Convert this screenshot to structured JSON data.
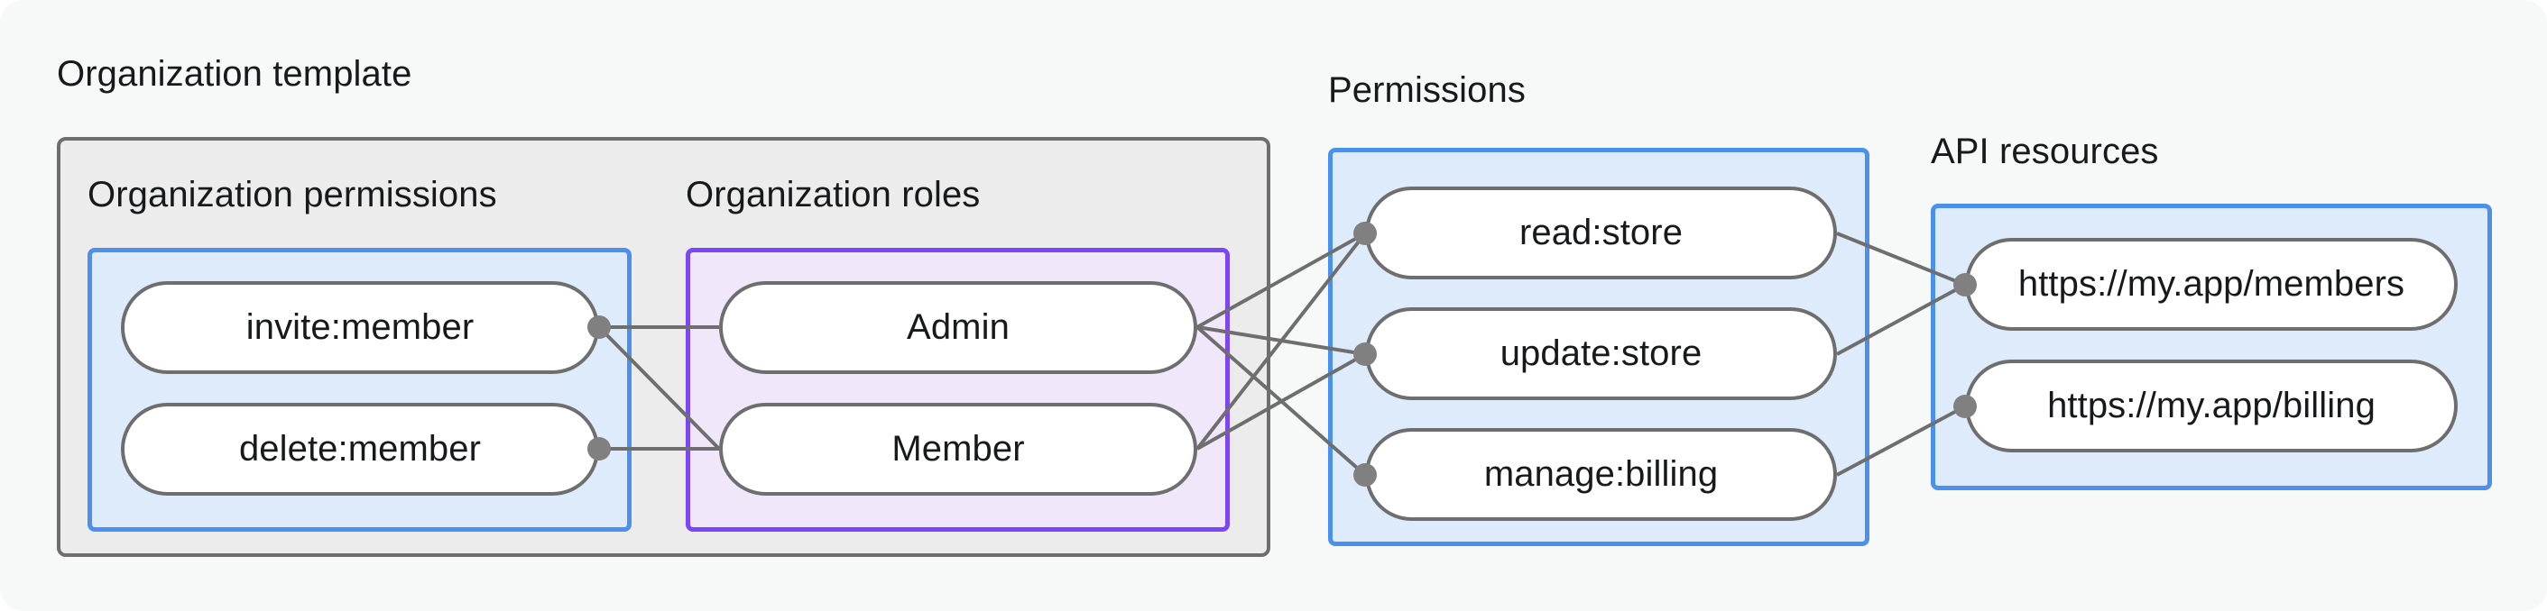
{
  "diagram": {
    "title_groups": [
      {
        "id": "org-template",
        "label": "Organization template"
      },
      {
        "id": "permissions",
        "label": "Permissions"
      },
      {
        "id": "api-resources",
        "label": "API resources"
      }
    ],
    "sections": [
      {
        "id": "org-permissions",
        "label": "Organization permissions"
      },
      {
        "id": "org-roles",
        "label": "Organization roles"
      }
    ],
    "nodes": {
      "organization_permissions": [
        {
          "id": "invite-member",
          "label": "invite:member"
        },
        {
          "id": "delete-member",
          "label": "delete:member"
        }
      ],
      "organization_roles": [
        {
          "id": "admin",
          "label": "Admin"
        },
        {
          "id": "member",
          "label": "Member"
        }
      ],
      "permissions": [
        {
          "id": "read-store",
          "label": "read:store"
        },
        {
          "id": "update-store",
          "label": "update:store"
        },
        {
          "id": "manage-billing",
          "label": "manage:billing"
        }
      ],
      "api_resources": [
        {
          "id": "members-url",
          "label": "https://my.app/members"
        },
        {
          "id": "billing-url",
          "label": "https://my.app/billing"
        }
      ]
    },
    "edges": [
      {
        "from": "invite-member",
        "to": "admin"
      },
      {
        "from": "invite-member",
        "to": "member"
      },
      {
        "from": "delete-member",
        "to": "member"
      },
      {
        "from": "admin",
        "to": "read-store"
      },
      {
        "from": "admin",
        "to": "update-store"
      },
      {
        "from": "admin",
        "to": "manage-billing"
      },
      {
        "from": "member",
        "to": "read-store"
      },
      {
        "from": "member",
        "to": "update-store"
      },
      {
        "from": "read-store",
        "to": "members-url"
      },
      {
        "from": "update-store",
        "to": "members-url"
      },
      {
        "from": "manage-billing",
        "to": "billing-url"
      }
    ],
    "colors": {
      "canvas_bg": "#f7f8f8",
      "group_box_bg": "#ececec",
      "group_box_border": "#6e6e6e",
      "blue_box_bg": "#ddebfb",
      "blue_box_border": "#4a90ec",
      "purple_box_bg": "#f1e7fb",
      "purple_box_border": "#7b46f6",
      "pill_bg": "#ffffff",
      "pill_border": "#6e6e6e",
      "edge_stroke": "#6e6e6e",
      "edge_dot": "#808080",
      "text": "#17191b"
    }
  }
}
